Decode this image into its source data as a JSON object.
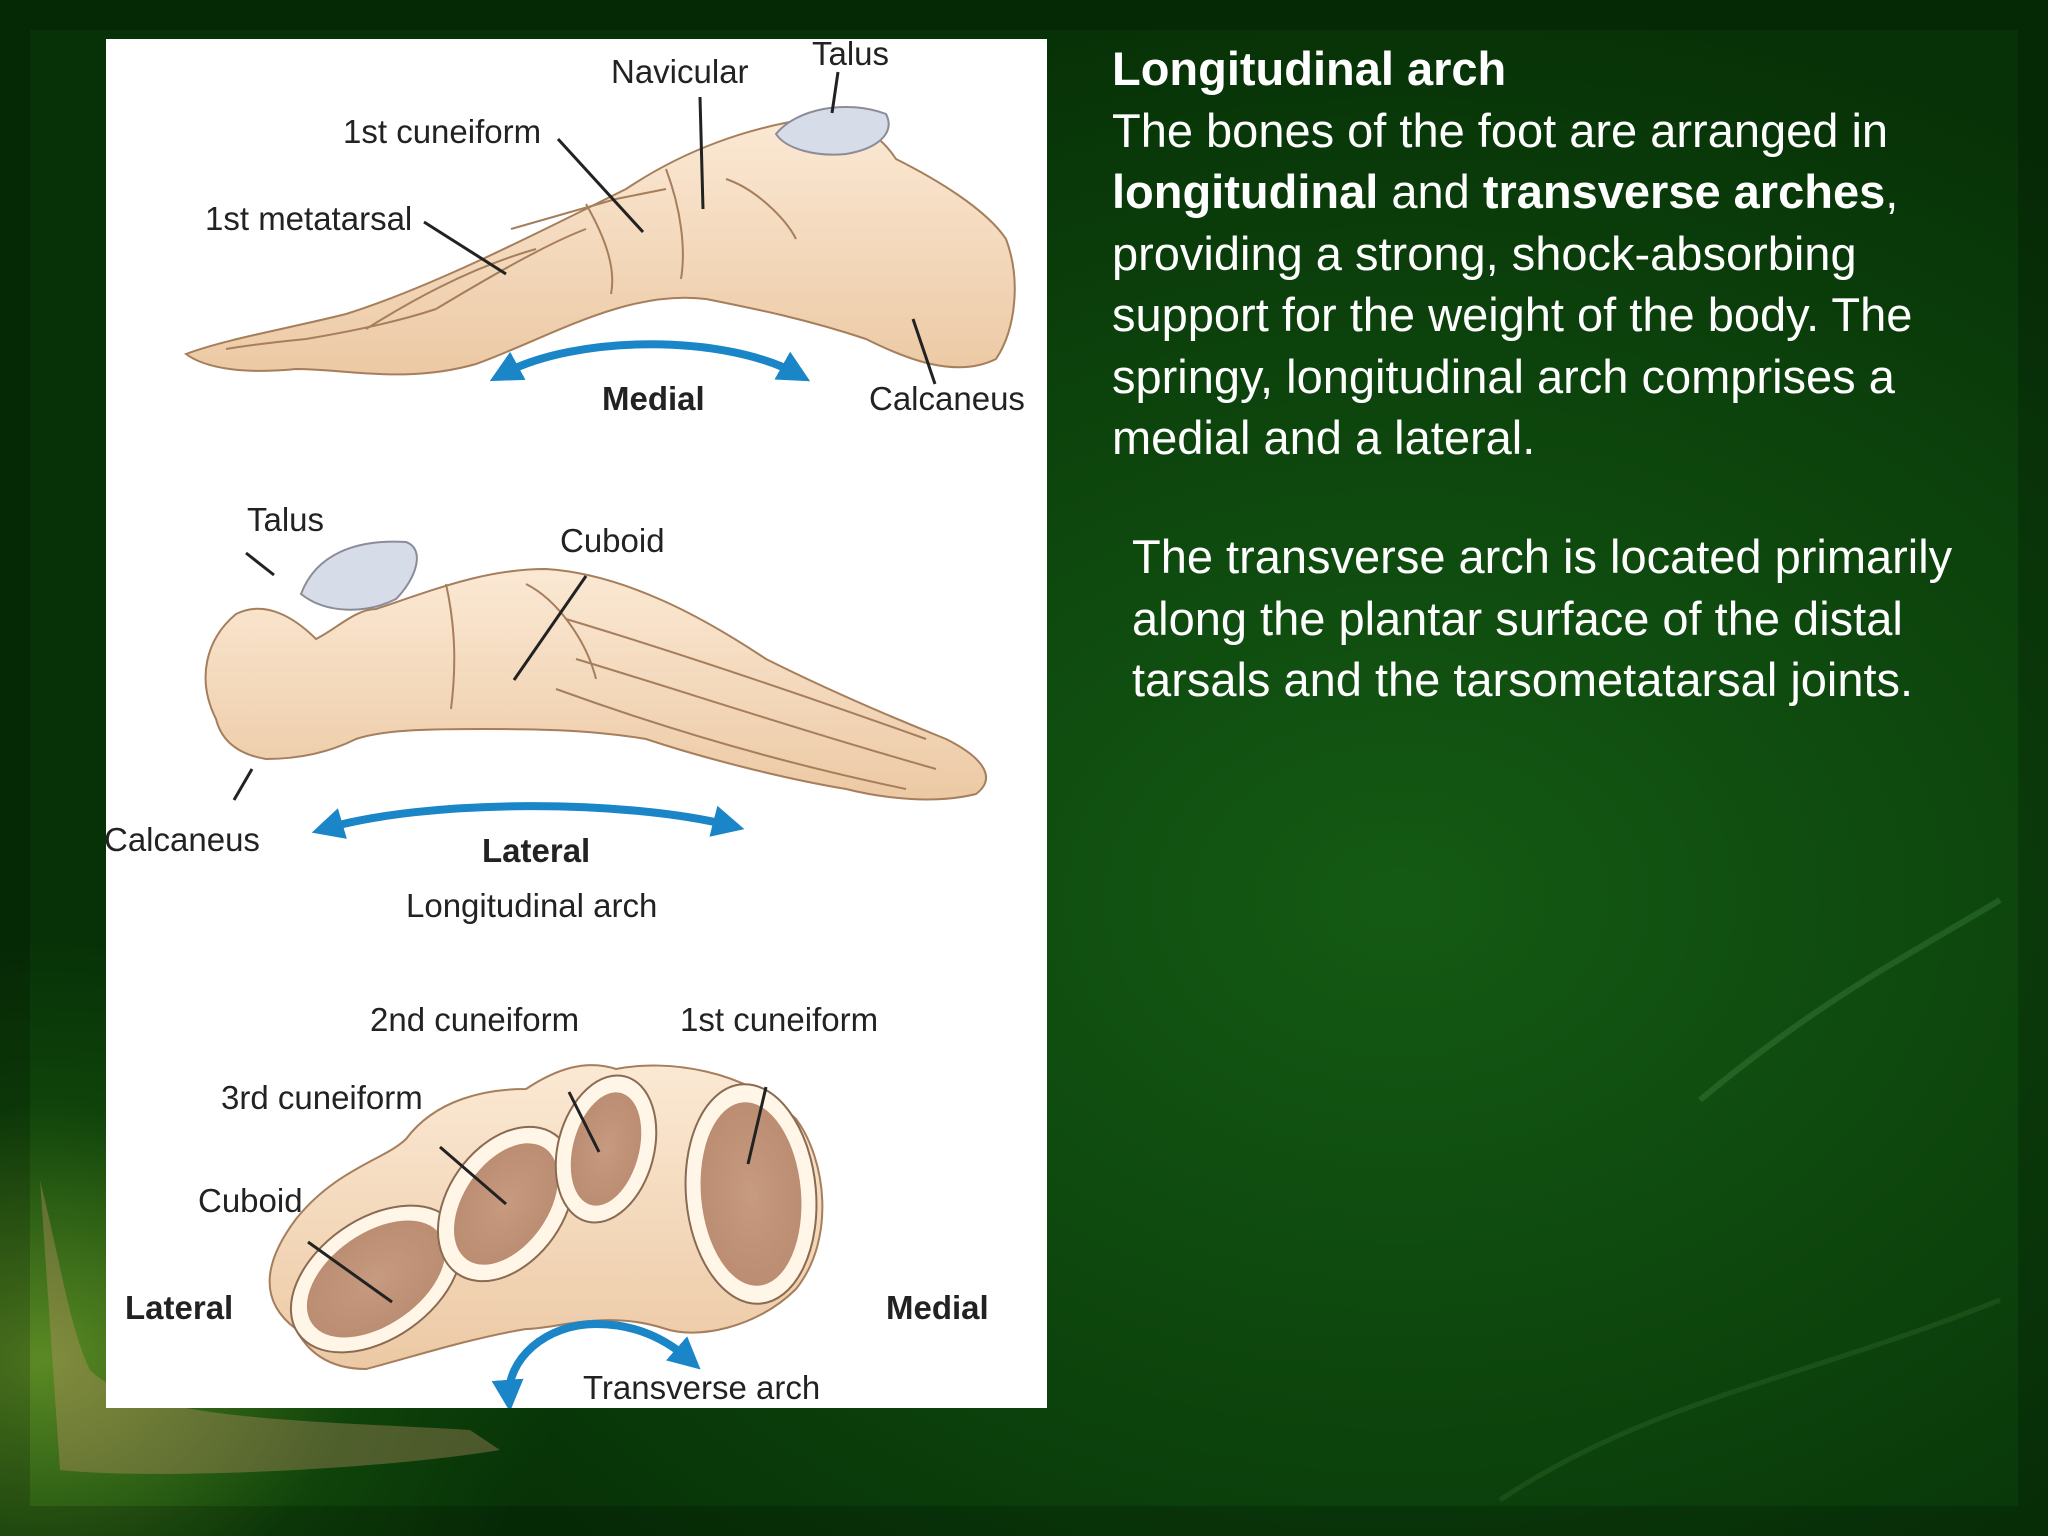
{
  "slide": {
    "colors": {
      "background": "#0d450d",
      "text": "#ffffff",
      "arrow": "#1a86c8",
      "bone": "#f5dcc0"
    }
  },
  "text": {
    "heading": "Longitudinal arch",
    "p1_part1": "The bones of the foot are arranged in ",
    "p1_bold1": "longitudinal",
    "p1_part2": " and ",
    "p1_bold2": "transverse arches",
    "p1_part3": ", providing a strong, shock-absorbing support for the weight of the body. The springy, longitudinal arch comprises a medial and a lateral.",
    "p2": "The transverse arch is located primarily along the plantar surface of the distal tarsals and the tarsometatarsal joints."
  },
  "figure": {
    "medial_view": {
      "labels": {
        "talus": "Talus",
        "navicular": "Navicular",
        "first_cuneiform": "1st cuneiform",
        "first_metatarsal": "1st metatarsal",
        "medial": "Medial",
        "calcaneus": "Calcaneus"
      }
    },
    "lateral_view": {
      "labels": {
        "talus": "Talus",
        "cuboid": "Cuboid",
        "calcaneus": "Calcaneus",
        "lateral": "Lateral",
        "caption": "Longitudinal arch"
      }
    },
    "transverse_view": {
      "labels": {
        "second_cuneiform": "2nd cuneiform",
        "first_cuneiform": "1st cuneiform",
        "third_cuneiform": "3rd cuneiform",
        "cuboid": "Cuboid",
        "lateral": "Lateral",
        "medial": "Medial",
        "caption": "Transverse arch"
      }
    }
  }
}
